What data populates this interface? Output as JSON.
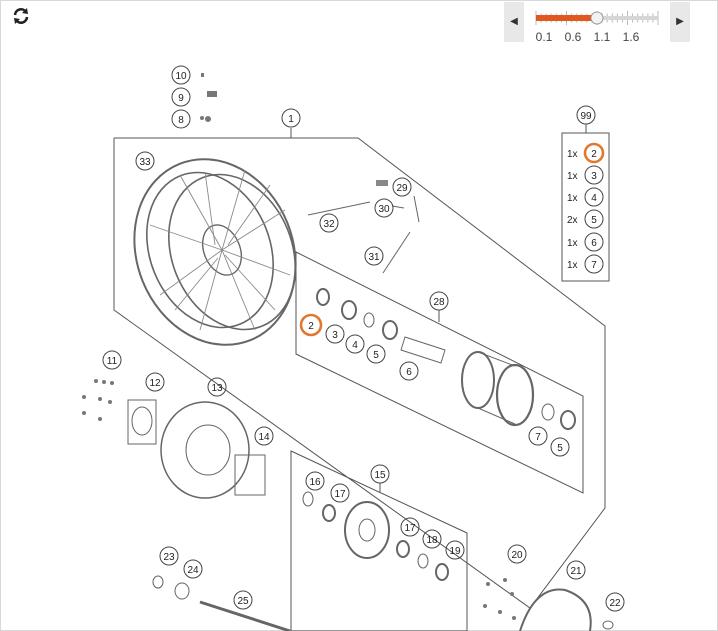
{
  "toolbar": {
    "refresh_icon": "refresh-icon",
    "zoom_prev_glyph": "◀",
    "zoom_next_glyph": "▶",
    "zoom_ticks": [
      "0.1",
      "0.6",
      "1.1",
      "1.6"
    ],
    "zoom_level_fraction": 0.5
  },
  "diagram": {
    "callouts": [
      "1",
      "2",
      "3",
      "4",
      "5",
      "6",
      "7",
      "5",
      "8",
      "9",
      "10",
      "11",
      "12",
      "13",
      "14",
      "15",
      "16",
      "17",
      "17",
      "18",
      "19",
      "20",
      "21",
      "22",
      "23",
      "24",
      "25",
      "28",
      "29",
      "30",
      "31",
      "32",
      "33",
      "99"
    ],
    "highlighted": [
      "2"
    ],
    "kit": {
      "number": "99",
      "items": [
        {
          "qty": "1x",
          "ref": "2"
        },
        {
          "qty": "1x",
          "ref": "3"
        },
        {
          "qty": "1x",
          "ref": "4"
        },
        {
          "qty": "2x",
          "ref": "5"
        },
        {
          "qty": "1x",
          "ref": "6"
        },
        {
          "qty": "1x",
          "ref": "7"
        }
      ]
    },
    "colors": {
      "highlight": "#e0782f",
      "line": "#555555",
      "zoom_fill": "#e0581e"
    }
  }
}
